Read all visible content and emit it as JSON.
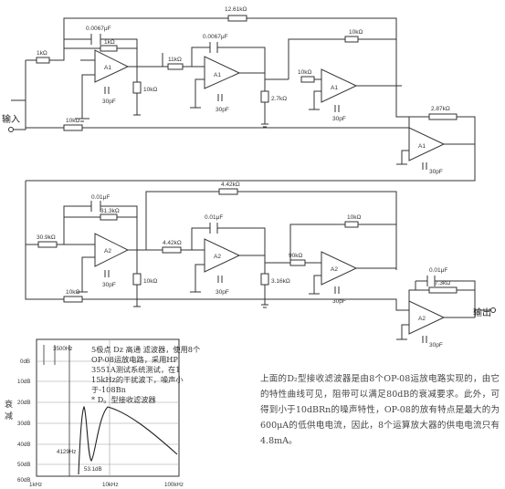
{
  "io": {
    "input_label": "输入",
    "output_label": "输出"
  },
  "stage1": {
    "components": {
      "r_top_long": "12.61kΩ",
      "c1": "0.0067μF",
      "r_fb1": "1kΩ",
      "r_in": "1kΩ",
      "r_mid": "11kΩ",
      "c2": "0.0067μF",
      "r3": "10kΩ",
      "r_mid2": "10kΩ",
      "r_gnd": "10kΩ",
      "r_27": "2.7kΩ",
      "r_out": "2.87kΩ",
      "r_bot": "10kΩ",
      "cap30_a": "30pF",
      "cap30_b": "30pF",
      "cap30_c": "30pF",
      "cap30_d": "30pF"
    },
    "amps": [
      "A1",
      "A1",
      "A1",
      "A1"
    ]
  },
  "stage2": {
    "components": {
      "r_top_long": "4.42kΩ",
      "c1": "0.01μF",
      "r_fb1": "31.3kΩ",
      "r_in": "30.9kΩ",
      "r_mid": "4.42kΩ",
      "c2": "0.01μF",
      "r3": "10kΩ",
      "r_mid2": "90kΩ",
      "r_gnd": "10kΩ",
      "r_316": "3.16kΩ",
      "c_out": "0.01μF",
      "r_out": "7.3kΩ",
      "r_bot": "10kΩ",
      "cap30_a": "30pF",
      "cap30_b": "30pF",
      "cap30_c": "30pF",
      "cap30_d": "30pF"
    },
    "amps": [
      "A2",
      "A2",
      "A2",
      "A2"
    ]
  },
  "graph": {
    "y_label": "衰减",
    "y_ticks": [
      "0dB",
      "10dB",
      "20dB",
      "30dB",
      "40dB",
      "50dB",
      "60dB"
    ],
    "x_ticks": [
      "1kHz",
      "10kHz",
      "100kHz"
    ],
    "markers": {
      "f1": "3500Hz",
      "f2": "4129Hz",
      "depth": "53.1dB"
    },
    "note_lines": [
      "5极点 Dz 高通 滤波器，使用8个",
      "OP-08运放电路，采用HP",
      "3551A测试系统测试，在1",
      "15kHz的干扰波下，噪声小",
      "于-108Bn",
      "* D。型接收滤波器"
    ]
  },
  "caption": "上面的D₂型接收滤波器是由8个OP-08运放电路实现的，由它的特性曲线可见，阻带可以满足80dB的衰减要求。此外，可得到小于10dBRn的噪声特性，OP-08的放有特点是最大的为600μA的低供电电流，因此，8个运算放大器的供电电流只有4.8mA。"
}
